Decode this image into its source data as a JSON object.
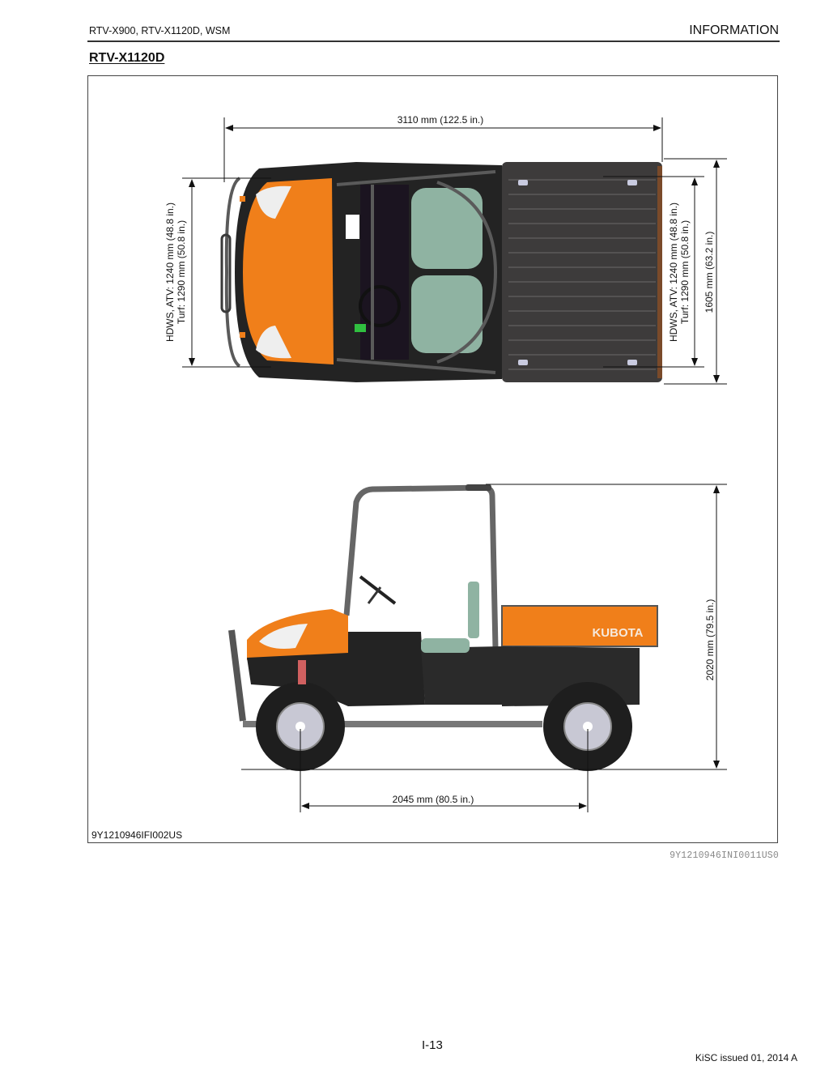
{
  "header": {
    "manual_title": "RTV-X900, RTV-X1120D, WSM",
    "section": "INFORMATION"
  },
  "section_title": "RTV-X1120D",
  "figure": {
    "top_view": {
      "overall_length": "3110 mm (122.5 in.)",
      "tread_front_line1": "HDWS, ATV: 1240 mm (48.8 in.)",
      "tread_front_line2": "Turf: 1290 mm (50.8 in.)",
      "tread_rear_line1": "HDWS, ATV: 1240 mm (48.8 in.)",
      "tread_rear_line2": "Turf: 1290 mm (50.8 in.)",
      "overall_width": "1605 mm (63.2 in.)"
    },
    "side_view": {
      "overall_height": "2020 mm (79.5 in.)",
      "wheelbase": "2045 mm (80.5 in.)",
      "brand_label": "KUBOTA"
    },
    "figure_id": "9Y1210946IFI002US",
    "colors": {
      "body_orange": "#f07f1a",
      "seat_green": "#8fb3a2",
      "frame_gray": "#5a5a5a",
      "bed_dark": "#3d3b3b"
    }
  },
  "reference_code": "9Y1210946INI0011US0",
  "footer": {
    "page_number": "I-13",
    "issue": "KiSC issued 01, 2014 A"
  }
}
